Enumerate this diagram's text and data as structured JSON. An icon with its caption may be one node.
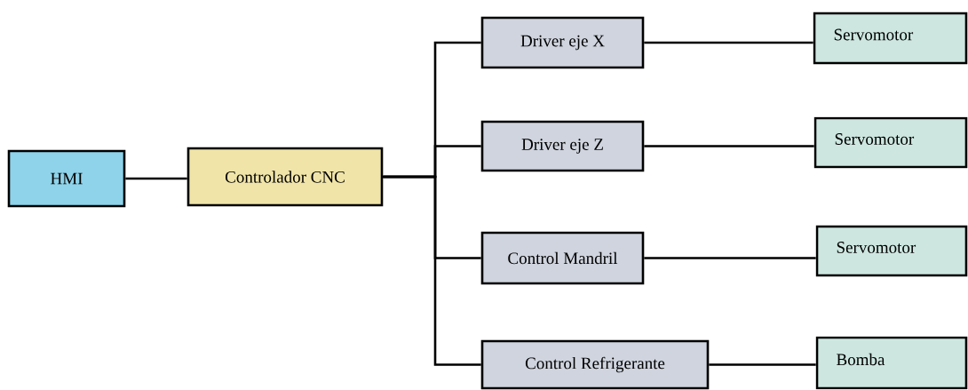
{
  "diagram": {
    "nodes": [
      {
        "text": [
          "HMI"
        ]
      },
      {
        "text": [
          "Controlador CNC"
        ]
      },
      {
        "text": [
          "Driver eje X"
        ]
      },
      {
        "text": [
          "Driver eje Z"
        ]
      },
      {
        "text": [
          "Control Mandril"
        ]
      },
      {
        "text": [
          "Control Refrigerante"
        ]
      },
      {
        "text": [
          "Servomotor"
        ]
      },
      {
        "text": [
          "Servomotor"
        ]
      },
      {
        "text": [
          "Servomotor"
        ]
      },
      {
        "text": [
          "Bomba"
        ]
      }
    ],
    "edges": [
      {
        "from": 0,
        "to": 1,
        "arrow": "none"
      },
      {
        "from": 1,
        "to": 2,
        "arrow": "none"
      },
      {
        "from": 1,
        "to": 3,
        "arrow": "none"
      },
      {
        "from": 1,
        "to": 4,
        "arrow": "none"
      },
      {
        "from": 1,
        "to": 5,
        "arrow": "none"
      },
      {
        "from": 2,
        "to": 6,
        "arrow": "none"
      },
      {
        "from": 3,
        "to": 7,
        "arrow": "none"
      },
      {
        "from": 4,
        "to": 8,
        "arrow": "none"
      },
      {
        "from": 5,
        "to": 9,
        "arrow": "none"
      }
    ]
  }
}
